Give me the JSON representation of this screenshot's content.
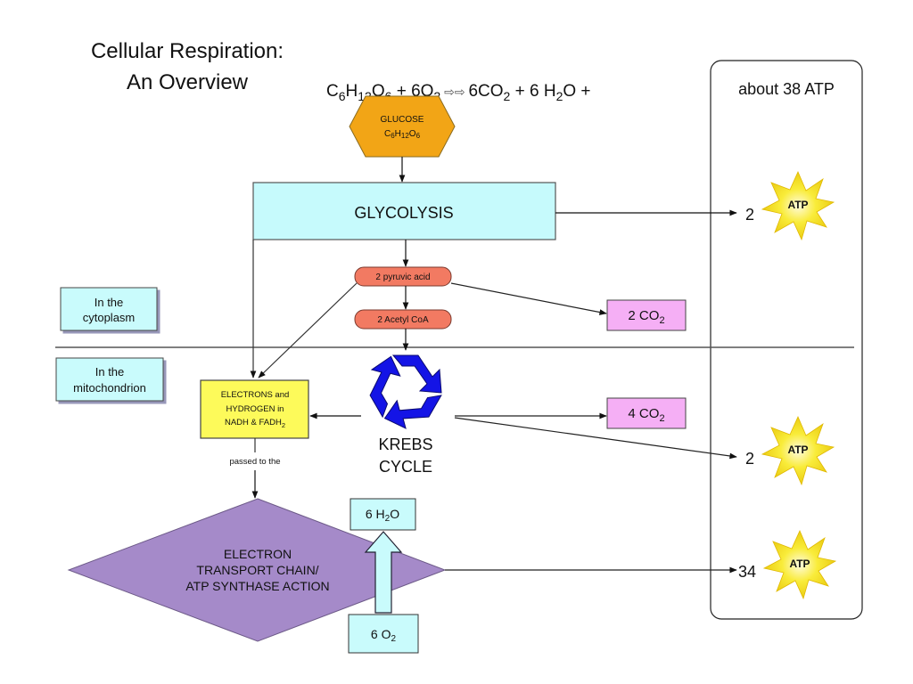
{
  "title": {
    "line1": "Cellular Respiration:",
    "line2": "An Overview"
  },
  "equation": {
    "glucose": {
      "C": "C",
      "c_sub": "6",
      "H": "H",
      "h_sub": "12",
      "O": "O",
      "o_sub": "6"
    },
    "plus1": " + 6O",
    "o2_sub": "2",
    "arrows": " ⇨⇨ ",
    "co2": "6CO",
    "co2_sub": "2",
    "plus2": " + 6 H",
    "h2o_sub": "2",
    "h2o_tail": "O +",
    "atp_total": "about 38 ATP"
  },
  "nodes": {
    "glucose": {
      "line1": "GLUCOSE",
      "formula_C": "C",
      "sub6a": "6",
      "formula_H": "H",
      "sub12": "12",
      "formula_O": "O",
      "sub6b": "6"
    },
    "glycolysis": "GLYCOLYSIS",
    "pyruvic": "2 pyruvic acid",
    "acetyl": "2 Acetyl CoA",
    "krebs": {
      "line1": "KREBS",
      "line2": "CYCLE"
    },
    "electrons": {
      "line1": "ELECTRONS and",
      "line2": "HYDROGEN in",
      "line3": "NADH & FADH",
      "sub": "2"
    },
    "passed": "passed to the",
    "etc": {
      "line1": "ELECTRON",
      "line2": "TRANSPORT CHAIN/",
      "line3": "ATP SYNTHASE ACTION"
    },
    "h2o": {
      "pre": "6 H",
      "sub": "2",
      "post": "O"
    },
    "o2": {
      "pre": "6 O",
      "sub": "2"
    },
    "co2_a": {
      "pre": "2 CO",
      "sub": "2"
    },
    "co2_b": {
      "pre": "4 CO",
      "sub": "2"
    }
  },
  "locations": {
    "cytoplasm": {
      "line1": "In the",
      "line2": "cytoplasm"
    },
    "mitochondrion": {
      "line1": "In the",
      "line2": "mitochondrion"
    }
  },
  "atp_yields": [
    {
      "count": "2",
      "label": "ATP",
      "source": "glycolysis"
    },
    {
      "count": "2",
      "label": "ATP",
      "source": "krebs cycle"
    },
    {
      "count": "34",
      "label": "ATP",
      "source": "electron transport chain"
    }
  ],
  "colors": {
    "glucose": "#f2a516",
    "glycolysis": "#c6fafc",
    "pill": "#f27a62",
    "co2": "#f5aff5",
    "electrons": "#fdfa5a",
    "etc": "#a58ac9",
    "krebs": "#1414e6",
    "atp_star": "#f7e51e"
  }
}
